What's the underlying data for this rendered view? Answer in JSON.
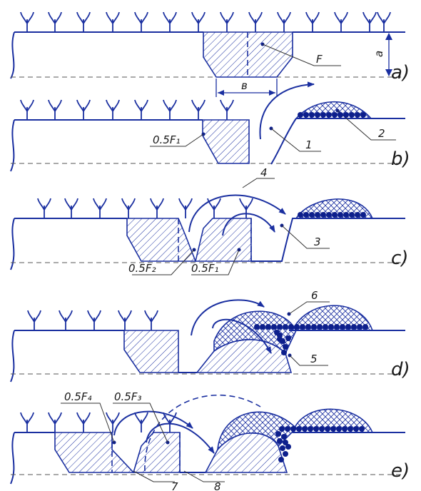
{
  "panels": [
    {
      "id": "a",
      "caption": "a)"
    },
    {
      "id": "b",
      "caption": "b)"
    },
    {
      "id": "c",
      "caption": "c)"
    },
    {
      "id": "d",
      "caption": "d)"
    },
    {
      "id": "e",
      "caption": "e)"
    }
  ],
  "labels": {
    "F": "F",
    "a": "a",
    "b_width": "в",
    "half_F1_b": "0.5F₁",
    "half_F2": "0.5F₂",
    "half_F1_c": "0.5F₁",
    "half_F4": "0.5F₄",
    "half_F3": "0.5F₃",
    "n1": "1",
    "n2": "2",
    "n3": "3",
    "n4": "4",
    "n5": "5",
    "n6": "6",
    "n7": "7",
    "n8": "8"
  },
  "colors": {
    "line": "#1a2fa0",
    "dot": "#0d1f8c",
    "ground_dash": "#555555"
  }
}
